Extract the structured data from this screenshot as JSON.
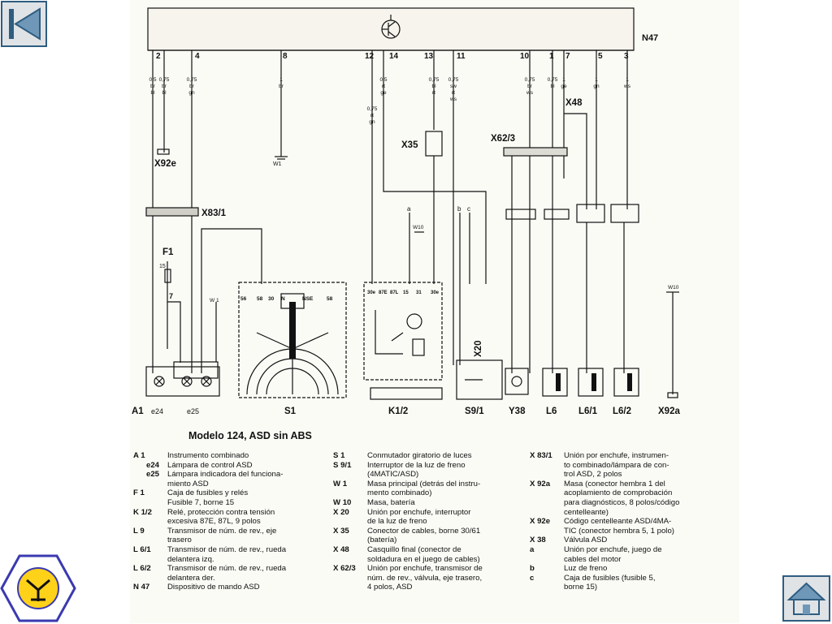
{
  "nav": {
    "back_icon": "skip-back-icon",
    "home_icon": "home-icon",
    "logo_icon": "transistor-symbol-icon",
    "accent": "#2f5d80",
    "logo_color": "#ffd21a",
    "logo_border": "#3a3ab0"
  },
  "diagram": {
    "module_label": "N47",
    "pins": [
      "2",
      "4",
      "8",
      "12",
      "14",
      "13",
      "11",
      "10",
      "1",
      "7",
      "5",
      "3"
    ],
    "wires": {
      "w2a": [
        "0,5",
        "br",
        "bl"
      ],
      "w2b": [
        "0,75",
        "br",
        "bl"
      ],
      "w4": [
        "0,75",
        "br",
        "gn"
      ],
      "w8": [
        "1",
        "br"
      ],
      "w12": [
        "0,75",
        "rt",
        "gn"
      ],
      "w14": [
        "0,5",
        "rt",
        "ge"
      ],
      "w13": [
        "0,75",
        "bl",
        "rt"
      ],
      "w11": [
        "0,75",
        "sw",
        "rt",
        "ws"
      ],
      "w10": [
        "0,75",
        "br",
        "ws"
      ],
      "w1": [
        "0,75",
        "bl"
      ],
      "w7": [
        "1",
        "ge"
      ],
      "w5": [
        "1",
        "gn"
      ],
      "w3": [
        "1",
        "ws"
      ]
    },
    "labels": {
      "x92e": "X92e",
      "w1": "W1",
      "x83_1": "X83/1",
      "f1": "F1",
      "fuse_pin": "15",
      "fuse_7": "7",
      "x35": "X35",
      "x62_3": "X62/3",
      "x48": "X48",
      "x20": "X20",
      "w10": "W10",
      "a": "a",
      "b": "b",
      "c": "c",
      "w10_right": "W10",
      "w1_small": "W 1"
    },
    "bottom_labels": [
      "A1",
      "e24",
      "e25",
      "S1",
      "K1/2",
      "S9/1",
      "Y38",
      "L6",
      "L6/1",
      "L6/2",
      "X92a"
    ],
    "s1_terminals": [
      "56",
      "58",
      "30",
      "N",
      "NSE",
      "58"
    ],
    "k1_terminals": [
      "30e",
      "87E",
      "87L",
      "15",
      "31",
      "30e"
    ]
  },
  "legend": {
    "title": "Modelo 124, ASD sin ABS",
    "col1": [
      {
        "k": "A 1",
        "v": "Instrumento combinado"
      },
      {
        "k": "e24",
        "v": "Lámpara de control ASD",
        "sub": true
      },
      {
        "k": "e25",
        "v": "Lámpara indicadora del funciona-",
        "sub": true
      },
      {
        "k": "",
        "v": "miento ASD"
      },
      {
        "k": "F 1",
        "v": "Caja de fusibles y relés"
      },
      {
        "k": "",
        "v": "Fusible 7, borne 15"
      },
      {
        "k": "K 1/2",
        "v": "Relé, protección contra tensión"
      },
      {
        "k": "",
        "v": "excesiva 87E, 87L, 9 polos"
      },
      {
        "k": "L 9",
        "v": "Transmisor de núm. de rev., eje"
      },
      {
        "k": "",
        "v": "trasero"
      },
      {
        "k": "L 6/1",
        "v": "Transmisor de núm. de rev., rueda"
      },
      {
        "k": "",
        "v": "delantera izq."
      },
      {
        "k": "L 6/2",
        "v": "Transmisor de núm. de rev., rueda"
      },
      {
        "k": "",
        "v": "delantera der."
      },
      {
        "k": "N 47",
        "v": "Dispositivo de mando ASD"
      }
    ],
    "col2": [
      {
        "k": "S 1",
        "v": "Conmutador giratorio de luces"
      },
      {
        "k": "S 9/1",
        "v": "Interruptor de la luz de freno"
      },
      {
        "k": "",
        "v": "(4MATIC/ASD)"
      },
      {
        "k": "W 1",
        "v": "Masa principal (detrás del instru-"
      },
      {
        "k": "",
        "v": "mento combinado)"
      },
      {
        "k": "W 10",
        "v": "Masa, batería"
      },
      {
        "k": "X 20",
        "v": "Unión por enchufe, interruptor"
      },
      {
        "k": "",
        "v": "de la luz de freno"
      },
      {
        "k": "X 35",
        "v": "Conector de cables, borne 30/61"
      },
      {
        "k": "",
        "v": "(batería)"
      },
      {
        "k": "X 48",
        "v": "Casquillo final (conector de"
      },
      {
        "k": "",
        "v": "soldadura en el juego de cables)"
      },
      {
        "k": "X 62/3",
        "v": "Unión por enchufe, transmisor de"
      },
      {
        "k": "",
        "v": "núm. de rev., válvula, eje trasero,"
      },
      {
        "k": "",
        "v": "4 polos, ASD"
      }
    ],
    "col3": [
      {
        "k": "X 83/1",
        "v": "Unión por enchufe, instrumen-"
      },
      {
        "k": "",
        "v": "to combinado/lámpara de con-"
      },
      {
        "k": "",
        "v": "trol ASD, 2 polos"
      },
      {
        "k": "X 92a",
        "v": "Masa (conector hembra 1 del"
      },
      {
        "k": "",
        "v": "acoplamiento de comprobación"
      },
      {
        "k": "",
        "v": "para diagnósticos, 8 polos/código"
      },
      {
        "k": "",
        "v": "centelleante)"
      },
      {
        "k": "X 92e",
        "v": "Código centelleante ASD/4MA-"
      },
      {
        "k": "",
        "v": "TIC (conector hembra 5, 1 polo)"
      },
      {
        "k": "X 38",
        "v": "Válvula ASD"
      },
      {
        "k": "",
        "v": ""
      },
      {
        "k": "a",
        "v": "Unión por enchufe, juego de"
      },
      {
        "k": "",
        "v": "cables del motor"
      },
      {
        "k": "b",
        "v": "Luz de freno"
      },
      {
        "k": "c",
        "v": "Caja de fusibles (fusible 5,"
      },
      {
        "k": "",
        "v": "borne 15)"
      }
    ]
  }
}
